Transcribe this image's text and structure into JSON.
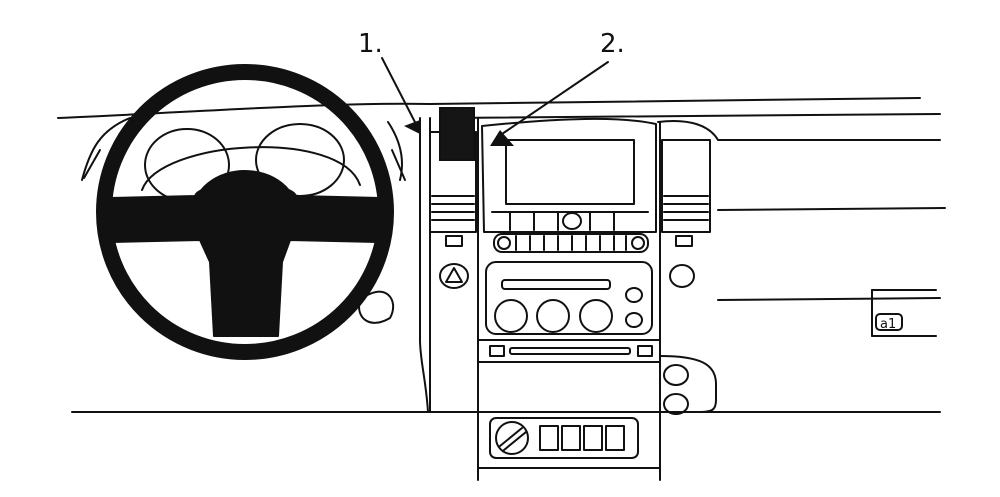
{
  "callouts": {
    "one": "1.",
    "two": "2."
  },
  "glovebox_mark": "a1",
  "colors": {
    "line": "#111111",
    "fill_dark": "#111111",
    "background": "#ffffff",
    "mount_fill": "#151515"
  },
  "icons": [
    "steering-wheel-icon",
    "hazard-triangle-icon",
    "air-vent-icon"
  ]
}
